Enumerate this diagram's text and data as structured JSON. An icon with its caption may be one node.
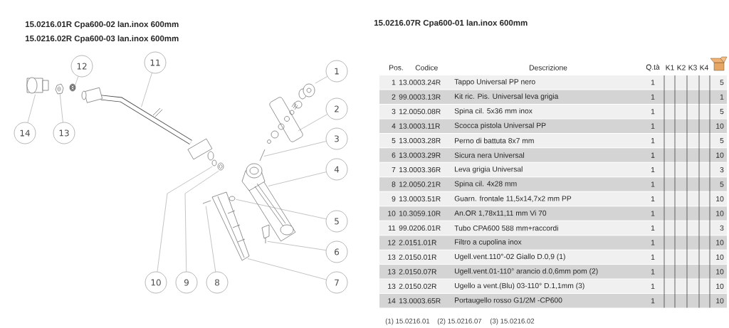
{
  "diagram": {
    "nodes": [
      {
        "text": [
          "1"
        ]
      },
      {
        "text": [
          "2"
        ]
      },
      {
        "text": [
          "3"
        ]
      },
      {
        "text": [
          "4"
        ]
      },
      {
        "text": [
          "5"
        ]
      },
      {
        "text": [
          "6"
        ]
      },
      {
        "text": [
          "7"
        ]
      },
      {
        "text": [
          "8"
        ]
      },
      {
        "text": [
          "9"
        ]
      },
      {
        "text": [
          "10"
        ]
      },
      {
        "text": [
          "11"
        ]
      },
      {
        "text": [
          "12"
        ]
      },
      {
        "text": [
          "13"
        ]
      },
      {
        "text": [
          "14"
        ]
      },
      {
        "text": [],
        "shape": "picture"
      },
      {
        "text": [],
        "shape": "picture"
      },
      {
        "text": [],
        "shape": "picture"
      },
      {
        "text": [],
        "shape": "picture"
      },
      {
        "text": [],
        "shape": "picture"
      },
      {
        "text": [],
        "shape": "picture"
      },
      {
        "text": [],
        "shape": "picture"
      },
      {
        "text": [],
        "shape": "picture"
      },
      {
        "text": [],
        "shape": "picture"
      },
      {
        "text": [],
        "shape": "picture"
      },
      {
        "text": [],
        "shape": "picture"
      },
      {
        "text": [],
        "shape": "picture"
      },
      {
        "text": [],
        "shape": "picture"
      },
      {
        "text": [],
        "shape": "picture"
      }
    ],
    "edges": [
      {
        "from": 0,
        "to": 14,
        "arrow": "none"
      },
      {
        "from": 1,
        "to": 15,
        "arrow": "none"
      },
      {
        "from": 2,
        "to": 16,
        "arrow": "none"
      },
      {
        "from": 3,
        "to": 17,
        "arrow": "none"
      },
      {
        "from": 4,
        "to": 18,
        "arrow": "none"
      },
      {
        "from": 5,
        "to": 19,
        "arrow": "none"
      },
      {
        "from": 6,
        "to": 20,
        "arrow": "none"
      },
      {
        "from": 7,
        "to": 21,
        "arrow": "none"
      },
      {
        "from": 8,
        "to": 22,
        "arrow": "none"
      },
      {
        "from": 9,
        "to": 23,
        "arrow": "none"
      },
      {
        "from": 10,
        "to": 24,
        "arrow": "none"
      },
      {
        "from": 11,
        "to": 25,
        "arrow": "none"
      },
      {
        "from": 12,
        "to": 26,
        "arrow": "none"
      },
      {
        "from": 13,
        "to": 27,
        "arrow": "none"
      }
    ],
    "labels": [
      "15.0216.01R Cpa600-02 lan.inox 600mm",
      "15.0216.07R Cpa600-01 lan.inox 600mm",
      "15.0216.02R Cpa600-03 lan.inox 600mm",
      "Pos.",
      "Codice",
      "Descrizione",
      "Q.tà",
      "K1",
      "K2",
      "K3",
      "K4",
      "1",
      "13.0003.24R",
      "Tappo Universal PP nero",
      "1",
      "5",
      "2",
      "99.0003.13R",
      "Kit ric. Pis. Universal leva grigia",
      "1",
      "1",
      "3",
      "12.0050.08R",
      "Spina cil. 5x36 mm inox",
      "1",
      "5",
      "4",
      "13.0003.11R",
      "Scocca pistola Universal PP",
      "1",
      "10",
      "5",
      "13.0003.28R",
      "Perno di battuta 8x7 mm",
      "1",
      "5",
      "6",
      "13.0003.29R",
      "Sicura nera Universal",
      "1",
      "10",
      "7",
      "13.0003.36R",
      "Leva grigia Universal",
      "1",
      "3",
      "8",
      "12.0050.21R",
      "Spina cil. 4x28 mm",
      "1",
      "5",
      "9",
      "13.0003.51R",
      "Guarn. frontale 11,5x14,7x2 mm PP",
      "1",
      "10",
      "10",
      "10.3059.10R",
      "An.OR 1,78x11,11 mm Vi 70",
      "1",
      "10",
      "11",
      "99.0206.01R",
      "Tubo CPA600 588 mm+raccordi",
      "1",
      "3",
      "12",
      "2.0151.01R",
      "Filtro a cupolina inox",
      "1",
      "10",
      "13",
      "2.0150.01R",
      "Ugell.vent.110°-02 Giallo D.0,9 (1)",
      "1",
      "10",
      "13",
      "2.0150.07R",
      "Ugell.vent.01-110° arancio d.0,6mm pom (2)",
      "1",
      "10",
      "13",
      "2.0150.02R",
      "Ugello a vent.(Blu) 03-110° D.1,1mm (3)",
      "1",
      "10",
      "14",
      "13.0003.65R",
      "Portaugello rosso G1/2M -CP600",
      "1",
      "10",
      "(1) 15.0216.01",
      "(2) 15.0216.07",
      "(3) 15.0216.02"
    ]
  }
}
